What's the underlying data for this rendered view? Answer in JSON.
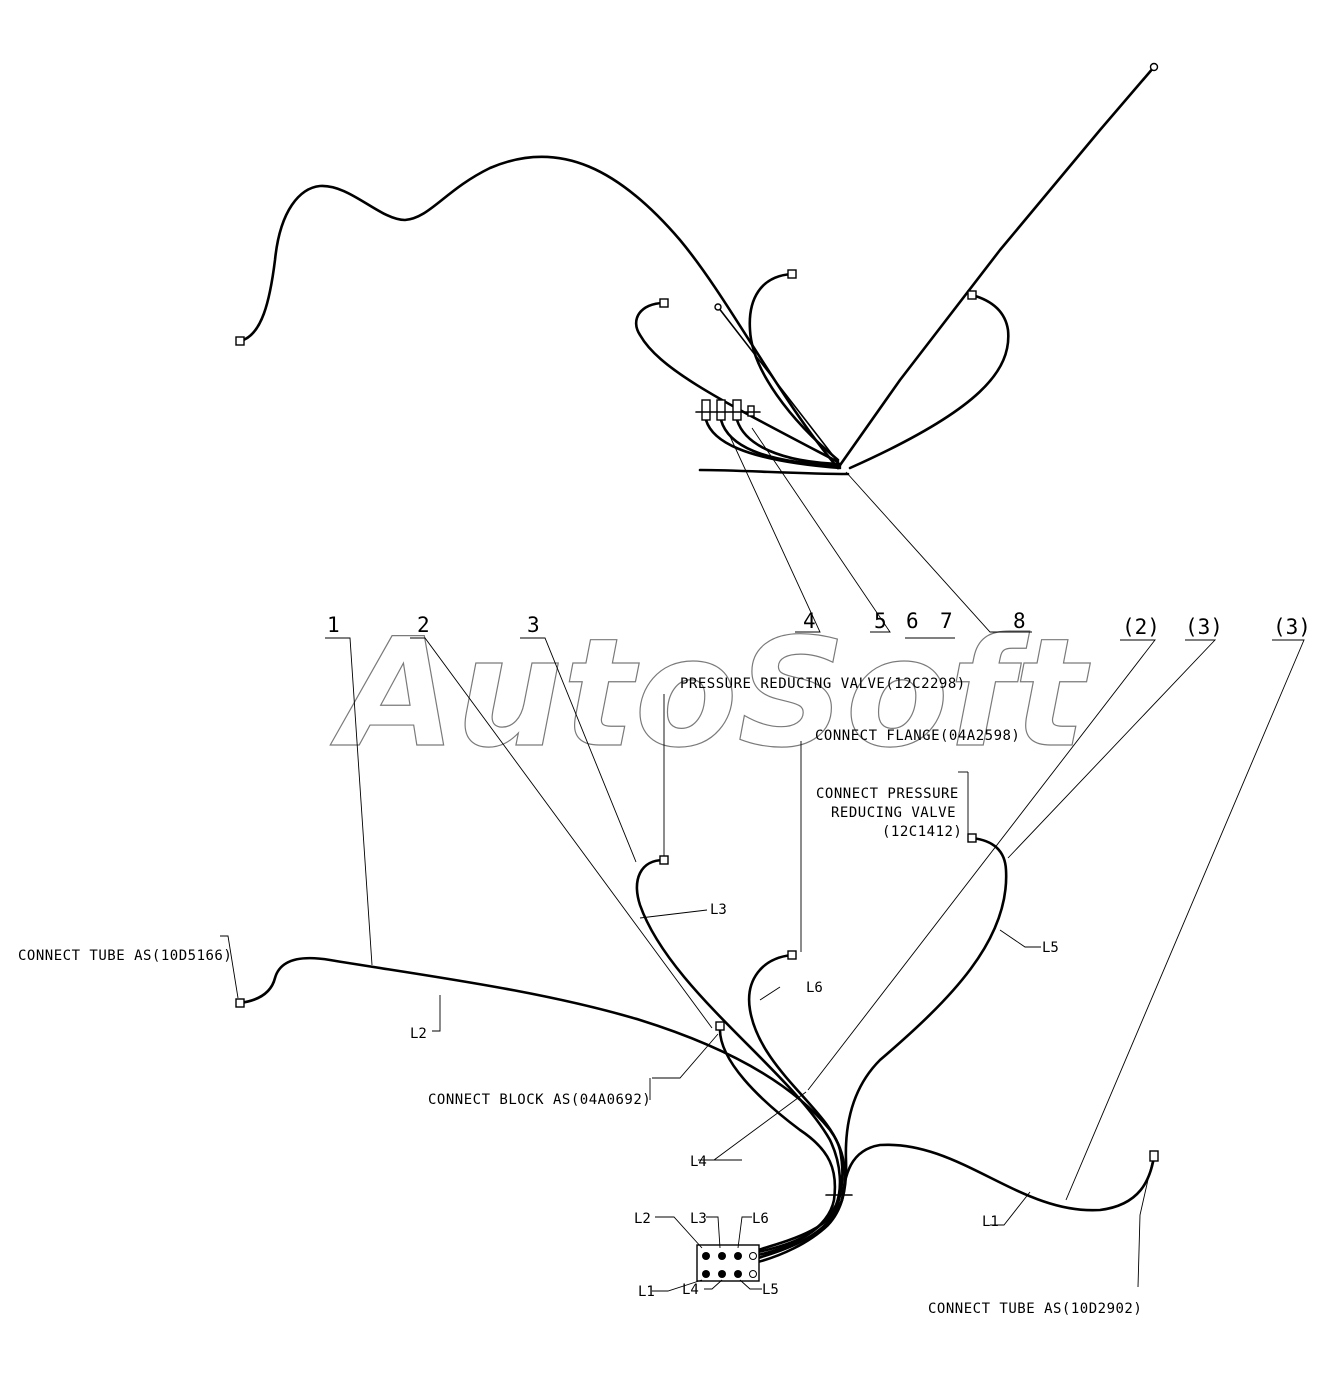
{
  "watermark": "AutoSoft",
  "item_numbers": [
    "1",
    "2",
    "3",
    "4",
    "5",
    "6",
    "7",
    "8",
    "(2)",
    "(3)",
    "(3)"
  ],
  "callouts": {
    "pressure_reducing_valve": "PRESSURE REDUCING VALVE(12C2298)",
    "connect_flange": "CONNECT FLANGE(04A2598)",
    "connect_prv_line1": "CONNECT PRESSURE",
    "connect_prv_line2": "REDUCING VALVE",
    "connect_prv_line3": "(12C1412)",
    "connect_tube_left": "CONNECT TUBE AS(10D5166)",
    "connect_block": "CONNECT BLOCK  AS(04A0692)",
    "connect_tube_right": "CONNECT TUBE AS(10D2902)"
  },
  "line_labels": {
    "l1": "L1",
    "l2": "L2",
    "l3": "L3",
    "l4": "L4",
    "l5": "L5",
    "l6": "L6"
  },
  "block_labels": {
    "top": [
      "L2",
      "L3",
      "L6"
    ],
    "bottom": [
      "L1",
      "L4",
      "L5"
    ]
  }
}
